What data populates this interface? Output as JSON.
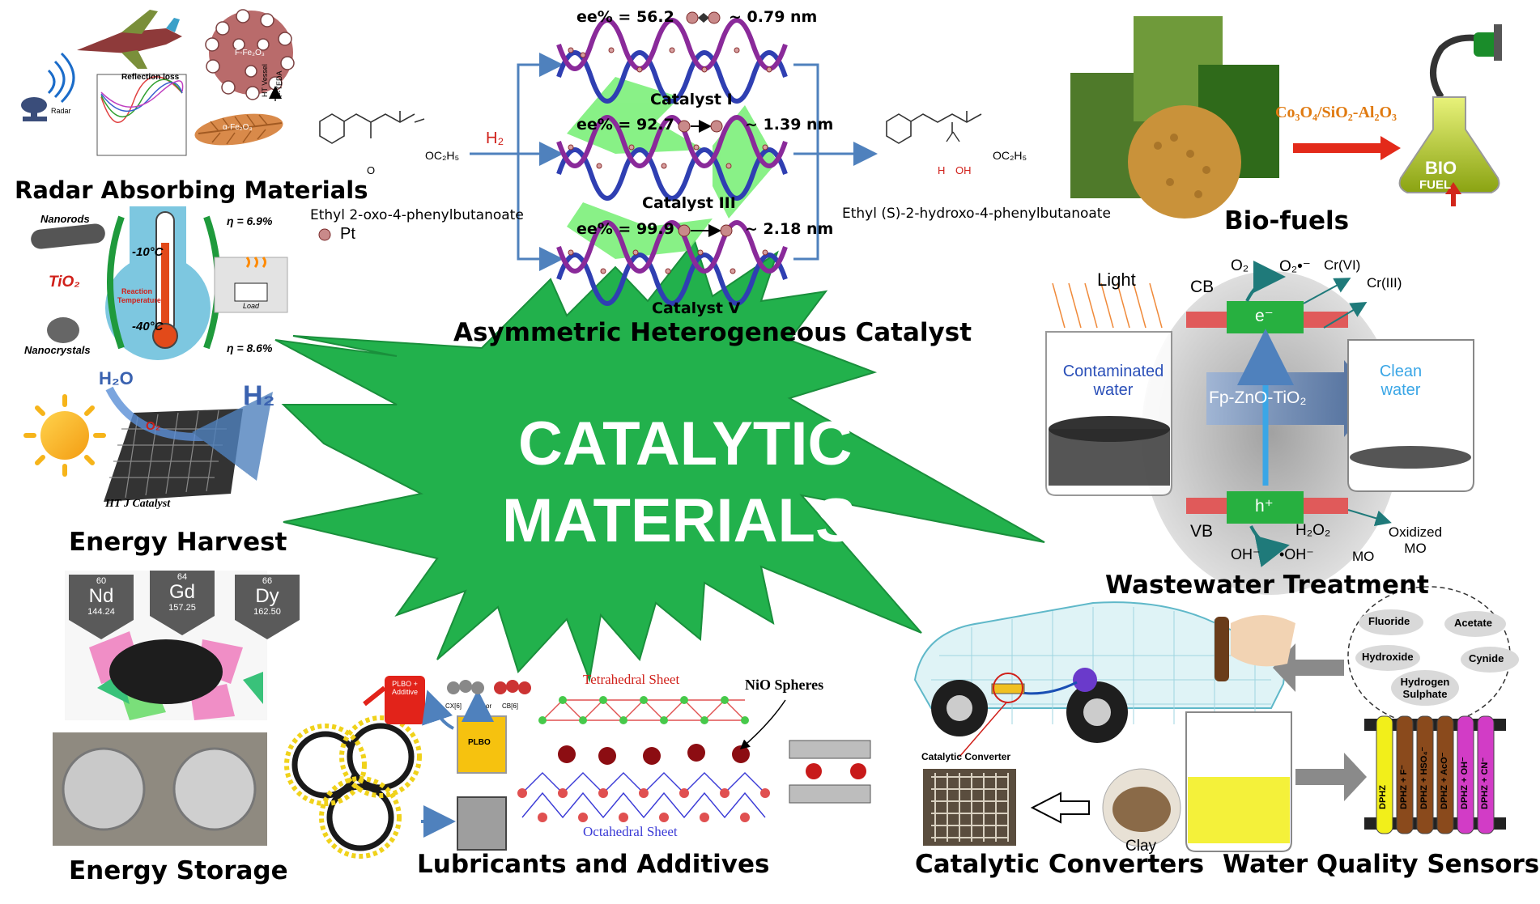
{
  "center_title": {
    "line1": "CATALYTIC",
    "line2": "MATERIALS"
  },
  "sections": {
    "radar": "Radar Absorbing Materials",
    "asym": "Asymmetric Heterogeneous Catalyst",
    "biofuels": "Bio-fuels",
    "energy_harvest": "Energy Harvest",
    "wastewater": "Wastewater Treatment",
    "energy_storage": "Energy Storage",
    "lubricants": "Lubricants and Additives",
    "converters": "Catalytic Converters",
    "sensors": "Water Quality Sensors"
  },
  "radar_panel": {
    "radar": "Radar",
    "chart_title": "Reflection loss",
    "ht_vessel": "HT Vessel",
    "f_teda": "F-TEDA",
    "f_fe2o3": "F-Fe₂O₃",
    "a_fe2o3": "α-Fe₂O₃",
    "f": "F"
  },
  "tio2_panel": {
    "nanorods": "Nanorods",
    "tio2": "TiO₂",
    "nanocrystals": "Nanocrystals",
    "eta_top": "η = 6.9%",
    "eta_bottom": "η = 8.6%",
    "t_high": "-10°C",
    "t_low": "-40°C",
    "reaction": "Reaction",
    "temperature": "Temperature",
    "load": "Load"
  },
  "harvest_panel": {
    "h2o": "H₂O",
    "h2": "H₂",
    "o2": "O₂",
    "catalyst": "HT J Catalyst"
  },
  "storage_panel": {
    "elements": [
      {
        "num": "60",
        "sym": "Nd",
        "mass": "144.24"
      },
      {
        "num": "64",
        "sym": "Gd",
        "mass": "157.25"
      },
      {
        "num": "66",
        "sym": "Dy",
        "mass": "162.50"
      }
    ]
  },
  "asym_panel": {
    "reactant": "Ethyl 2-oxo-4-phenylbutanoate",
    "product": "Ethyl (S)-2-hydroxo-4-phenylbutanoate",
    "h2": "H₂",
    "pt": "Pt",
    "oc2h5": "OC₂H₅",
    "o": "O",
    "h": "H",
    "oh": "OH",
    "rows": [
      {
        "ee": "ee% = 56.2",
        "size": "~ 0.79 nm",
        "catalyst": "Catalyst I"
      },
      {
        "ee": "ee% = 92.7",
        "size": "~ 1.39 nm",
        "catalyst": "Catalyst III"
      },
      {
        "ee": "ee% = 99.9",
        "size": "~ 2.18 nm",
        "catalyst": "Catalyst V"
      }
    ]
  },
  "biofuel_panel": {
    "reaction": "Co₃O₄/SiO₂-Al₂O₃",
    "bio": "BIO",
    "fuel": "FUEL"
  },
  "wastewater_panel": {
    "light": "Light",
    "cb": "CB",
    "vb": "VB",
    "o2": "O₂",
    "o2rad": "O₂•⁻",
    "cr6": "Cr(VI)",
    "cr3": "Cr(III)",
    "e": "e⁻",
    "h": "h⁺",
    "contaminated": "Contaminated water",
    "clean": "Clean water",
    "catalyst": "Fp-ZnO-TiO₂",
    "h2o2": "H₂O₂",
    "oh_minus": "OH⁻",
    "oh_rad": "•OH⁻",
    "mo": "MO",
    "oxidized": "Oxidized MO"
  },
  "lubricant_panel": {
    "plbo_additive": "PLBO + Additive",
    "plbo": "PLBO",
    "cx6": "CX[6]",
    "or": "or",
    "cb6": "CB[6]",
    "tetra": "Tetrahedral Sheet",
    "octa": "Octahedral Sheet",
    "nio": "NiO Spheres"
  },
  "converter_panel": {
    "label": "Catalytic Converter",
    "clay": "Clay"
  },
  "sensor_panel": {
    "anions": [
      "Fluoride",
      "Acetate",
      "Hydroxide",
      "Cynide",
      "Hydrogen Sulphate"
    ],
    "tubes": [
      {
        "label": "DPHZ",
        "color": "#f2ef1a"
      },
      {
        "label": "DPHZ + F⁻",
        "color": "#8a4a1c"
      },
      {
        "label": "DPHZ + HSO₄⁻",
        "color": "#8a4a1c"
      },
      {
        "label": "DPHZ + AcO⁻",
        "color": "#8a4a1c"
      },
      {
        "label": "DPHZ + OH⁻",
        "color": "#d23cc6"
      },
      {
        "label": "DPHZ + CN⁻",
        "color": "#d23cc6"
      }
    ]
  }
}
